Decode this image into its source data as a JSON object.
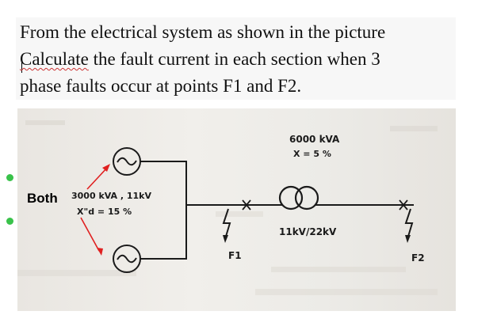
{
  "question": {
    "line1": "From the electrical system as shown in the picture",
    "line2_underlined": "Calculate",
    "line2_rest": " the fault current in each section when 3",
    "line3": "phase faults occur at points F1 and F2."
  },
  "annotation": {
    "both_label": "Both"
  },
  "diagram": {
    "generator_rating": "3000 kVA , 11kV",
    "generator_reactance": "X\"d = 15 %",
    "transformer_rating": "6000 kVA",
    "transformer_reactance": "X = 5 %",
    "transformer_voltage": "11kV/22kV",
    "fault1_label": "F1",
    "fault2_label": "F2",
    "arrow_color": "#e02020"
  }
}
